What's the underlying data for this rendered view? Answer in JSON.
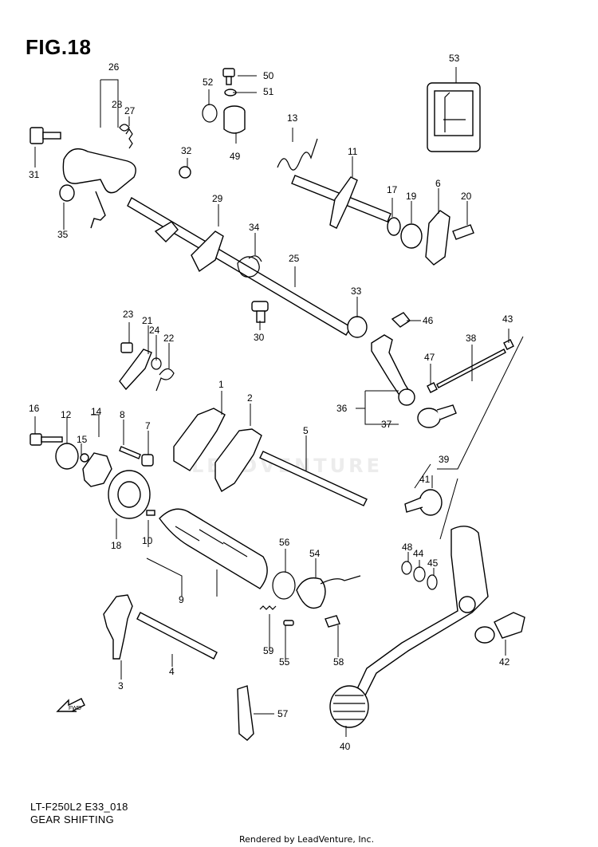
{
  "figure": {
    "title": "FIG.18",
    "code": "LT-F250L2 E33_018",
    "name": "GEAR SHIFTING",
    "rendered_by": "Rendered by LeadVenture, Inc.",
    "watermark": "LEADVENTURE"
  },
  "callouts": {
    "c1": "1",
    "c2": "2",
    "c3": "3",
    "c4": "4",
    "c5": "5",
    "c6": "6",
    "c7": "7",
    "c8": "8",
    "c9": "9",
    "c10": "10",
    "c11": "11",
    "c12": "12",
    "c13": "13",
    "c14": "14",
    "c15": "15",
    "c16": "16",
    "c17": "17",
    "c18": "18",
    "c19": "19",
    "c20": "20",
    "c21": "21",
    "c22": "22",
    "c23": "23",
    "c24": "24",
    "c25": "25",
    "c26": "26",
    "c27": "27",
    "c28": "28",
    "c29": "29",
    "c30": "30",
    "c31": "31",
    "c32": "32",
    "c33": "33",
    "c34": "34",
    "c35": "35",
    "c36": "36",
    "c37": "37",
    "c38": "38",
    "c39": "39",
    "c40": "40",
    "c41": "41",
    "c42": "42",
    "c43": "43",
    "c44": "44",
    "c45": "45",
    "c46": "46",
    "c47": "47",
    "c48": "48",
    "c49": "49",
    "c50": "50",
    "c51": "51",
    "c52": "52",
    "c53": "53",
    "c54": "54",
    "c55": "55",
    "c56": "56",
    "c57": "57",
    "c58": "58",
    "c59": "59"
  },
  "icons": {
    "fwd_arrow": "fwd-arrow-icon",
    "label_sticker": "shift-pattern-label-icon"
  }
}
